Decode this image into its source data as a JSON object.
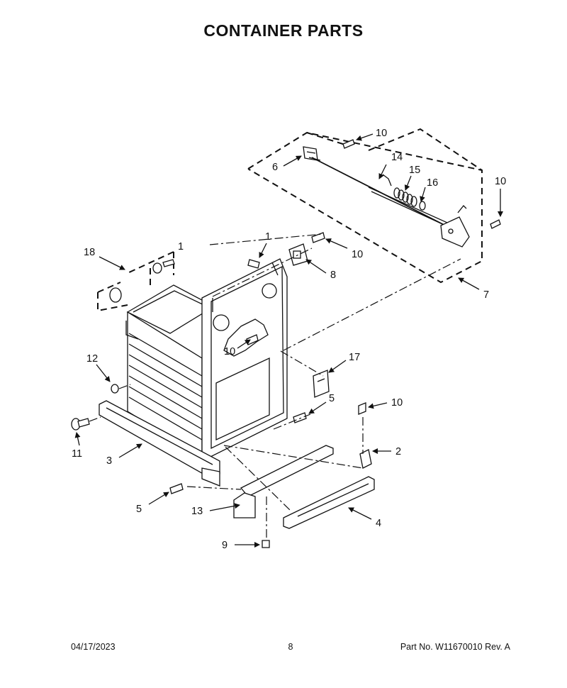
{
  "title": "CONTAINER PARTS",
  "footer": {
    "date": "04/17/2023",
    "page": "8",
    "part": "Part No.  W11670010  Rev.  A"
  },
  "callouts": {
    "c1": "1",
    "c2": "2",
    "c3": "3",
    "c4": "4",
    "c5a": "5",
    "c5b": "5",
    "c6": "6",
    "c7": "7",
    "c8": "8",
    "c9": "9",
    "c10a": "10",
    "c10b": "10",
    "c10c": "10",
    "c10d": "10",
    "c10e": "10",
    "c11": "11",
    "c12": "12",
    "c13": "13",
    "c14": "14",
    "c15": "15",
    "c16": "16",
    "c17": "17",
    "c18": "18",
    "c1b": "1"
  }
}
